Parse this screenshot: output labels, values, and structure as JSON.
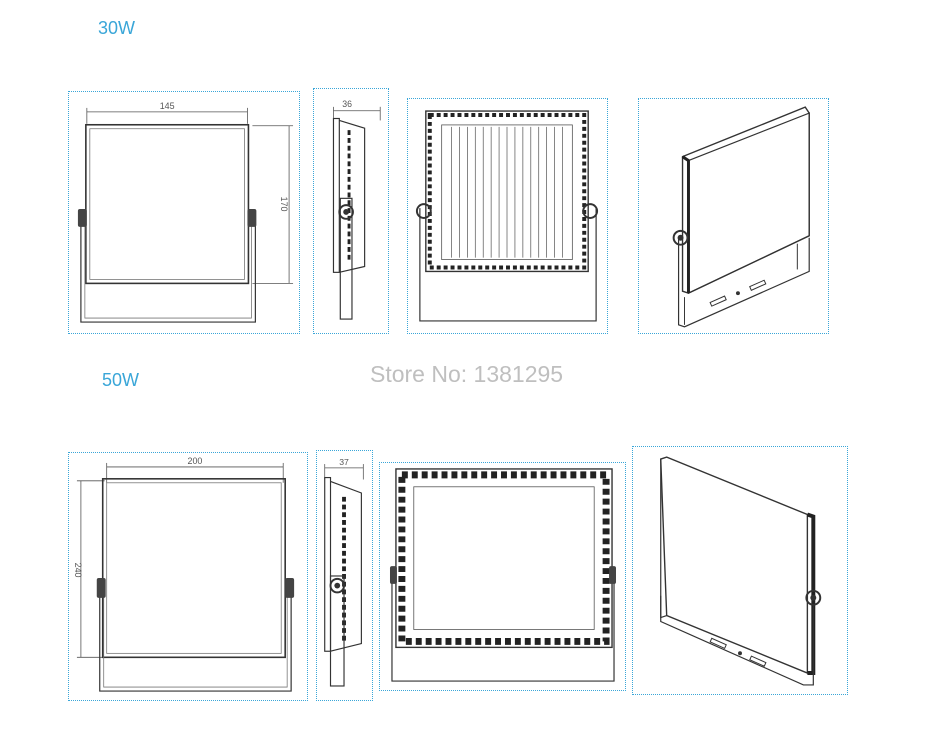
{
  "sections": {
    "w30": {
      "label": "30W",
      "width_dim": "145",
      "height_dim": "170",
      "depth_dim": "36"
    },
    "w50": {
      "label": "50W",
      "width_dim": "200",
      "height_dim": "240",
      "depth_dim": "37"
    }
  },
  "watermark": "Store No: 1381295",
  "colors": {
    "label": "#3aa6d8",
    "frame": "#3aa6d8",
    "drawing": "#333333",
    "watermark": "#bfbfbf"
  }
}
